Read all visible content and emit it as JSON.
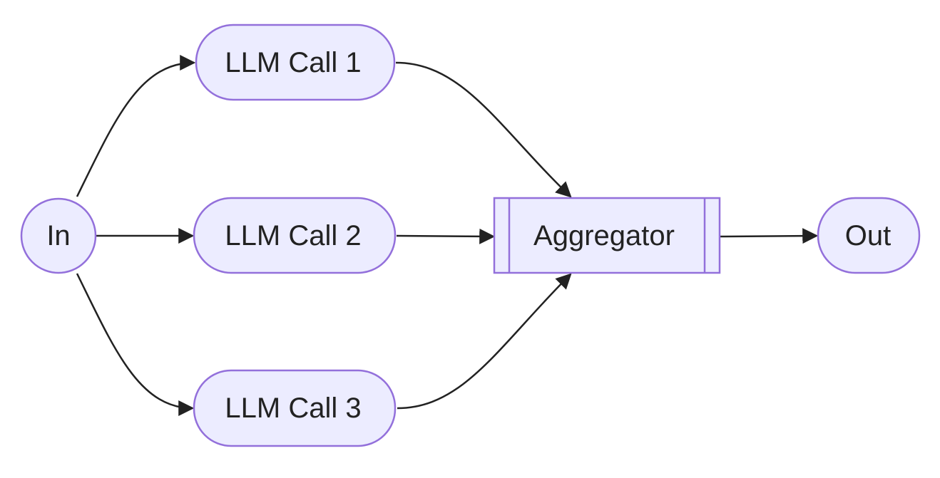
{
  "diagram": {
    "type": "flowchart",
    "colors": {
      "node_fill": "#ECECFF",
      "node_stroke": "#9370DB",
      "edge": "#222222",
      "text": "#222222"
    },
    "nodes": {
      "in": "In",
      "llm_call_1": "LLM Call 1",
      "llm_call_2": "LLM Call 2",
      "llm_call_3": "LLM Call 3",
      "aggregator": "Aggregator",
      "out": "Out"
    },
    "edges": [
      {
        "from": "In",
        "to": "LLM Call 1"
      },
      {
        "from": "In",
        "to": "LLM Call 2"
      },
      {
        "from": "In",
        "to": "LLM Call 3"
      },
      {
        "from": "LLM Call 1",
        "to": "Aggregator"
      },
      {
        "from": "LLM Call 2",
        "to": "Aggregator"
      },
      {
        "from": "LLM Call 3",
        "to": "Aggregator"
      },
      {
        "from": "Aggregator",
        "to": "Out"
      }
    ]
  }
}
